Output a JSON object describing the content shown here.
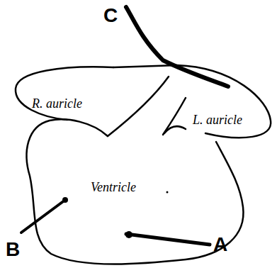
{
  "diagram": {
    "nodes": [
      {
        "text": [
          "R. auricle"
        ]
      },
      {
        "text": [
          "L. auricle"
        ]
      },
      {
        "text": [
          "Ventricle"
        ]
      }
    ],
    "labels": [
      "C",
      "B",
      "A"
    ]
  }
}
